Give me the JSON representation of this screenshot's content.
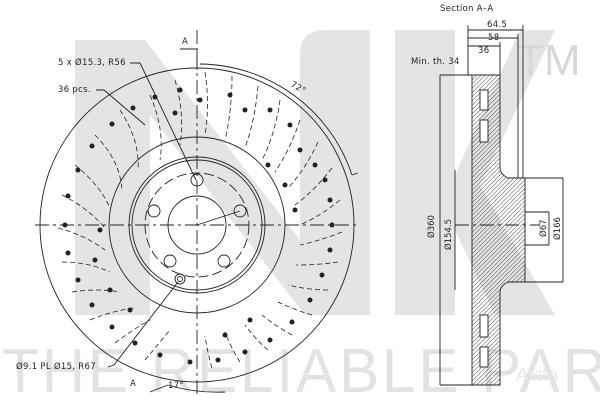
{
  "watermark": {
    "brand": "NK",
    "trademark": "TM",
    "slogan": "THE RELIABLE PART",
    "overlay": "Avito",
    "color": "#dcdcdc"
  },
  "front_view": {
    "section_marker_top": "A",
    "section_marker_bottom": "A",
    "angle_top": "72°",
    "angle_bottom": "17°",
    "callouts": {
      "bolt_holes": "5 x Ø15.3, R56",
      "drill_count": "36 pcs.",
      "hole_pattern": "Ø9.1 PL Ø15, R67"
    }
  },
  "section_view": {
    "title": "Section A–A",
    "min_thickness": "Min. th. 34",
    "dimensions": {
      "overall_width": "64.5",
      "hat_depth": "58",
      "thickness": "36",
      "outer_diameter": "Ø360",
      "hat_diameter": "Ø154.5",
      "center_bore": "Ø67",
      "hub_diameter": "Ø166"
    }
  },
  "colors": {
    "line": "#222222",
    "watermark": "#dcdcdc"
  }
}
